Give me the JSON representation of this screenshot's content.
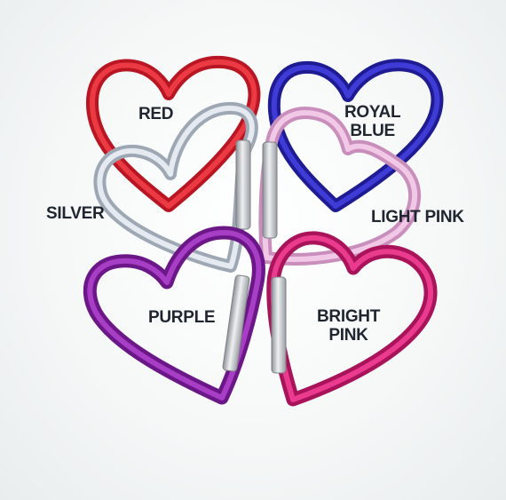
{
  "labels": {
    "red": "RED",
    "royal_blue_line1": "ROYAL",
    "royal_blue_line2": "BLUE",
    "silver": "SILVER",
    "light_pink": "LIGHT PINK",
    "purple": "PURPLE",
    "bright_pink_line1": "BRIGHT",
    "bright_pink_line2": "PINK"
  },
  "colors": {
    "red": "#d81e2b",
    "royal_blue": "#2b27b8",
    "silver": "#c9d2dc",
    "light_pink": "#e6b3da",
    "purple": "#8a1fa6",
    "bright_pink": "#d11d73",
    "gate": "#b9bcc0"
  }
}
